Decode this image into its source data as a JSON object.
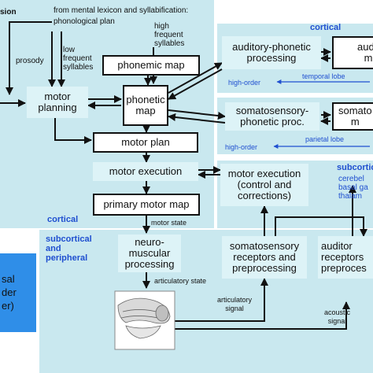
{
  "regions": {
    "cortical_main": "cortical",
    "cortical_right": "cortical",
    "subcortical_peripheral": "subcortical\nand\nperipheral",
    "subcortical_right": "subcortical",
    "top_left_fragment": "sion"
  },
  "inputs": {
    "mental_lexicon": "from mental lexicon and syllabification:",
    "phonological_plan": "phonological plan",
    "high_frequent": "high\nfrequent\nsyllables",
    "low_frequent": "low\nfrequent\nsyllables",
    "prosody": "prosody"
  },
  "boxes": {
    "phonemic_map": "phonemic map",
    "motor_planning": "motor\nplanning",
    "phonetic_map": "phonetic\nmap",
    "motor_plan": "motor plan",
    "motor_execution": "motor execution",
    "primary_motor_map": "primary motor map",
    "auditory_phonetic": "auditory-phonetic\nprocessing",
    "auditory_map_partial": "audit\nm",
    "somatosensory_phonetic": "somatosensory-\nphonetic proc.",
    "somatosensory_map_partial": "somato\nm",
    "motor_execution_control": "motor execution\n(control and\ncorrections)",
    "neuromuscular": "neuro-\nmuscular\nprocessing",
    "somatosensory_receptors": "somatosensory\nreceptors and\npreprocessing",
    "auditory_receptors": "auditor\nreceptors\npreproces",
    "left_side_box": "sal\nder\ner)"
  },
  "labels": {
    "high_order_1": "high-order",
    "temporal_lobe": "temporal lobe",
    "high_order_2": "high-order",
    "parietal_lobe": "parietal lobe",
    "motor_state": "motor state",
    "articulatory_state": "articulatory state",
    "articulatory_signal": "articulatory\nsignal",
    "acoustic_signal": "acoustic\nsignal",
    "subcortical_list": "cerebel\nbasal ga\nthalam"
  },
  "colors": {
    "region_fill": "#c9e8ef",
    "box_light": "#ddf3f7",
    "blue_text": "#1f4fd0",
    "left_blue_box": "#2f8ee8"
  }
}
